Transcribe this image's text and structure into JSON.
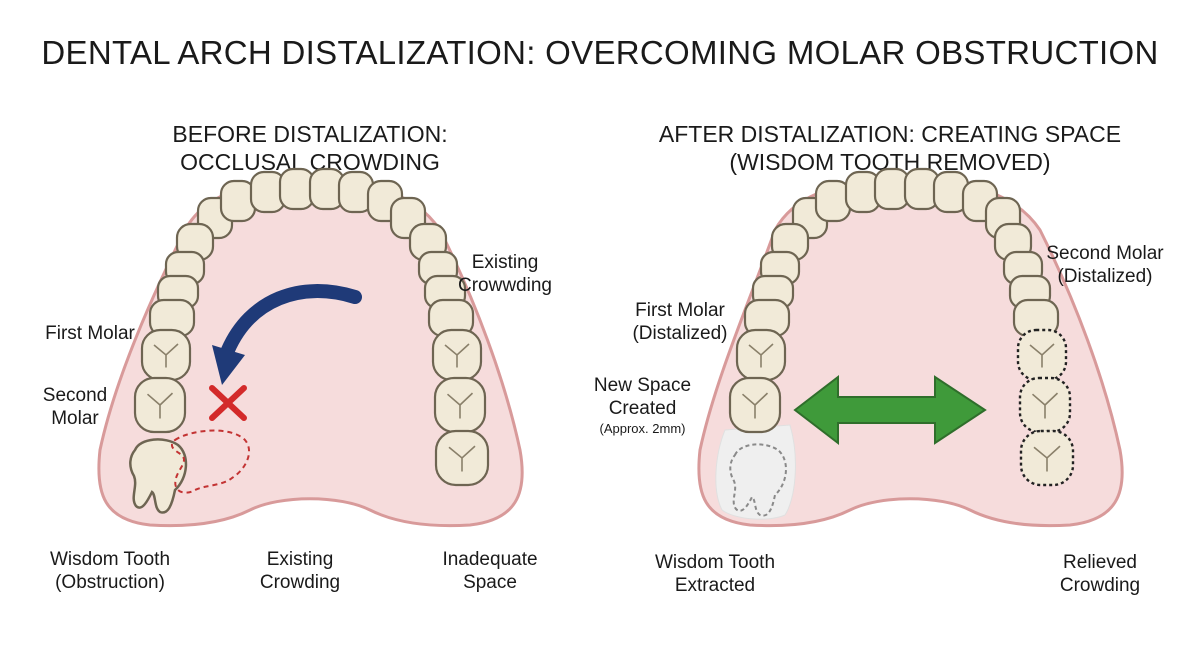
{
  "title": "DENTAL ARCH DISTALIZATION: OVERCOMING MOLAR OBSTRUCTION",
  "before": {
    "subtitle_line1": "BEFORE DISTALIZATION:",
    "subtitle_line2": "OCCLUSAL CROWDING",
    "labels": {
      "existing_crowding_top_1": "Existing",
      "existing_crowding_top_2": "Crowwding",
      "first_molar": "First Molar",
      "second_molar_1": "Second",
      "second_molar_2": "Molar",
      "wisdom_tooth_1": "Wisdom Tooth",
      "wisdom_tooth_2": "(Obstruction)",
      "existing_crowding_bottom_1": "Existing",
      "existing_crowding_bottom_2": "Crowding",
      "inadequate_space_1": "Inadequate",
      "inadequate_space_2": "Space"
    }
  },
  "after": {
    "subtitle_line1": "AFTER DISTALIZATION: CREATING SPACE",
    "subtitle_line2": "(WISDOM TOOTH REMOVED)",
    "labels": {
      "second_molar_1": "Second Molar",
      "second_molar_2": "(Distalized)",
      "first_molar_1": "First Molar",
      "first_molar_2": "(Distalized)",
      "new_space_1": "New Space",
      "new_space_2": "Created",
      "new_space_3": "(Approx. 2mm)",
      "wisdom_extracted_1": "Wisdom Tooth",
      "wisdom_extracted_2": "Extracted",
      "relieved_crowding_1": "Relieved",
      "relieved_crowding_2": "Crowding"
    }
  },
  "colors": {
    "gum_fill": "#f6dcdc",
    "gum_stroke": "#d89a9a",
    "tooth_fill": "#f1ead8",
    "tooth_stroke": "#6e6552",
    "arrow_blue": "#1f3a78",
    "cross_red": "#d32a2a",
    "arrow_green": "#3f9a3a",
    "dashed_red": "#c33333"
  },
  "icons": {
    "obstruction_mark": "red-x-icon",
    "crowding_arrow": "curved-arrow-icon",
    "space_arrow": "double-arrow-icon"
  }
}
